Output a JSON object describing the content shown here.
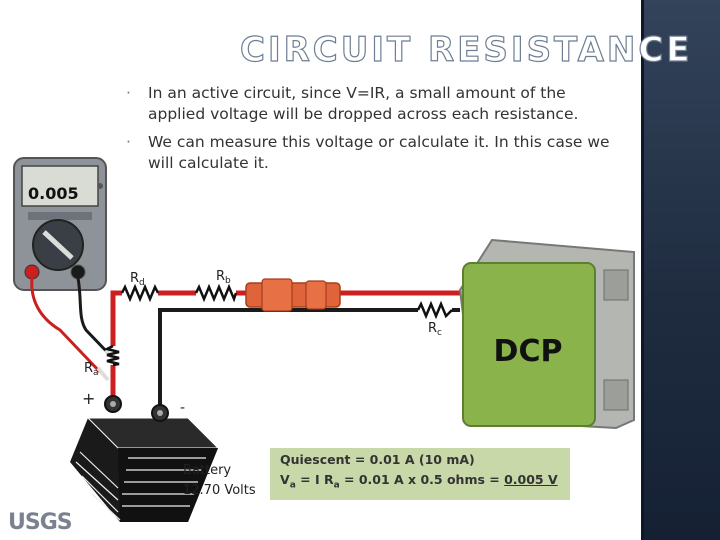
{
  "slide": {
    "title": "CIRCUIT RESISTANCE",
    "bullets": [
      "In an active circuit, since V=IR, a small amount of the applied voltage will be dropped across each resistance.",
      "We can measure this voltage or calculate it.  In this case we will calculate it."
    ]
  },
  "meter": {
    "reading": "0.005"
  },
  "resistors": {
    "rd": {
      "main": "R",
      "sub": "d"
    },
    "rb": {
      "main": "R",
      "sub": "b"
    },
    "rc": {
      "main": "R",
      "sub": "c"
    },
    "ra": {
      "main": "R",
      "sub": "a"
    }
  },
  "battery": {
    "plus": "+",
    "minus": "-",
    "name": "Battery",
    "voltage": "12.70 Volts"
  },
  "dcp": {
    "label": "DCP"
  },
  "note": {
    "line1": "Quiescent = 0.01 A  (10 mA)",
    "line2_prefix": "V",
    "line2_sub": "a",
    "line2_mid": " = I R",
    "line2_sub2": "a",
    "line2_rest": " = 0.01 A x 0.5 ohms = ",
    "line2_value": "0.005 V"
  },
  "logo": {
    "text": "USGS"
  },
  "colors": {
    "red_wire": "#cc1f1f",
    "black_wire": "#1a1a1a",
    "dcp_green": "#8ab34c",
    "sidebar": "#26344a"
  }
}
